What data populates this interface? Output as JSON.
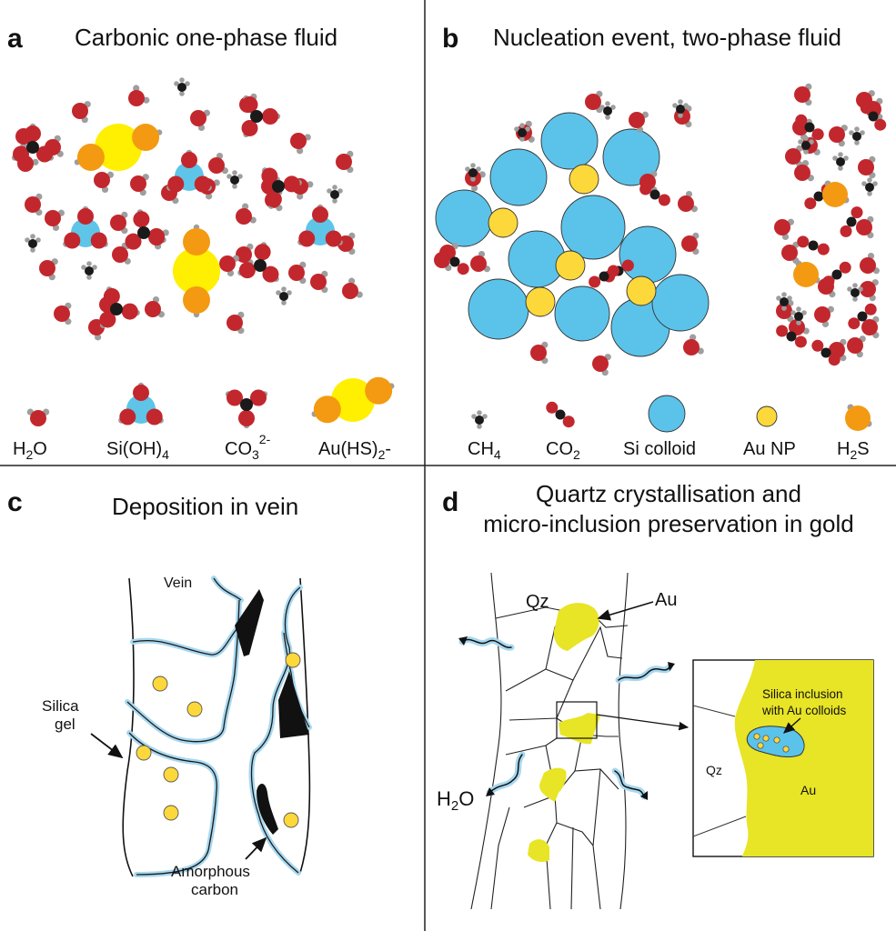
{
  "colors": {
    "oxygen": "#c2272d",
    "hydrogen": "#9e9e9e",
    "carbon": "#1a1a1a",
    "silicon": "#5ec5e8",
    "gold_atom": "#ffef00",
    "sulfur": "#f39a12",
    "au_np": "#fdd83b",
    "si_colloid": "#5bc3ea",
    "gold_grain": "#e8e426",
    "silica_gel": "#a8d8ef"
  },
  "panel_a": {
    "letter": "a",
    "title": "Carbonic one-phase fluid",
    "legend": {
      "h2o": {
        "main": "H",
        "sub": "2",
        "tail": "O"
      },
      "sioh4": {
        "main": "Si(OH)",
        "sub": "4"
      },
      "co3": {
        "main": "CO",
        "sub": "3",
        "sup": "2-"
      },
      "auhs2": {
        "main": "Au(HS)",
        "sub": "2",
        "tail": "-"
      }
    }
  },
  "panel_b": {
    "letter": "b",
    "title": "Nucleation event, two-phase fluid",
    "legend": {
      "ch4": {
        "main": "CH",
        "sub": "4"
      },
      "co2": {
        "main": "CO",
        "sub": "2"
      },
      "si_colloid": "Si colloid",
      "au_np": "Au NP",
      "h2s": {
        "main": "H",
        "sub": "2",
        "tail": "S"
      }
    }
  },
  "panel_c": {
    "letter": "c",
    "title": "Deposition in vein",
    "labels": {
      "vein": "Vein",
      "silica_gel_1": "Silica",
      "silica_gel_2": "gel",
      "amorphous_1": "Amorphous",
      "amorphous_2": "carbon"
    }
  },
  "panel_d": {
    "letter": "d",
    "title_line1": "Quartz crystallisation and",
    "title_line2": "micro-inclusion preservation in gold",
    "labels": {
      "qz": "Qz",
      "au": "Au",
      "h2o": {
        "main": "H",
        "sub": "2",
        "tail": "O"
      },
      "inset_qz": "Qz",
      "inset_au": "Au",
      "inclusion_1": "Silica inclusion",
      "inclusion_2": "with Au colloids"
    }
  }
}
